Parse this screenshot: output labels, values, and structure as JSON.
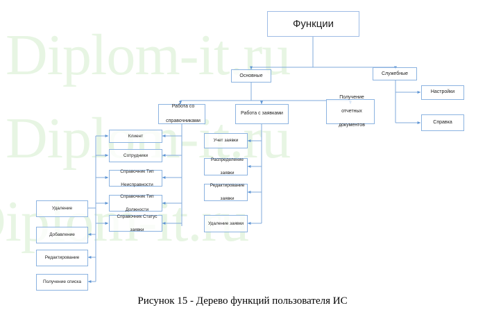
{
  "watermark": {
    "text": "Diplom-it.ru",
    "color": "#e7f5e3",
    "repeats": 3
  },
  "caption": {
    "text": "Рисунок 15 - Дерево функций пользователя ИС"
  },
  "diagram": {
    "type": "tree",
    "title": "Дерево функций пользователя ИС",
    "border_color": "#8ab2e0",
    "line_color": "#7fa9db",
    "root": {
      "id": "root",
      "label": "Функции"
    },
    "level2": [
      {
        "id": "osnovnye",
        "label": "Основные"
      },
      {
        "id": "sluzhebnye",
        "label": "Служебные"
      }
    ],
    "level3_main": [
      {
        "id": "spravochniki",
        "label": "Работа со\nсправочниками",
        "line1": "Работа со",
        "line2": "справочниками"
      },
      {
        "id": "zayavki",
        "label": "Работа с заявками",
        "line1": "Работа с заявками",
        "line2": ""
      },
      {
        "id": "otchety",
        "label": "Получение\nотчетных\nдокументов",
        "line1": "Получение",
        "line2": "отчетных",
        "line3": "документов"
      }
    ],
    "level3_service": [
      {
        "id": "nastroyki",
        "label": "Настройки"
      },
      {
        "id": "spravka",
        "label": "Справка"
      }
    ],
    "directories": [
      {
        "id": "klient",
        "line1": "Клиент",
        "line2": ""
      },
      {
        "id": "sotrudniki",
        "line1": "Сотрудники",
        "line2": ""
      },
      {
        "id": "tip-neisprav",
        "line1": "Справочник Тип",
        "line2": "Неисправности"
      },
      {
        "id": "tip-dolzhnosti",
        "line1": "Справочник Тип",
        "line2": "Должности"
      },
      {
        "id": "status-zayavki",
        "line1": "Справочник Статус",
        "line2": "заявки"
      }
    ],
    "requests": [
      {
        "id": "uchet-zayavki",
        "line1": "Учет заявки",
        "line2": ""
      },
      {
        "id": "raspr-zayavki",
        "line1": "Распределение",
        "line2": "заявки"
      },
      {
        "id": "redakt-zayavki",
        "line1": "Редактирование",
        "line2": "заявки"
      },
      {
        "id": "udal-zayavki",
        "line1": "Удаление заявки",
        "line2": ""
      }
    ],
    "operations": [
      {
        "id": "udalenie",
        "label": "Удаление"
      },
      {
        "id": "dobavlenie",
        "label": "Добавление"
      },
      {
        "id": "redaktirovanie",
        "label": "Редактирование"
      },
      {
        "id": "poluchenie",
        "label": "Получение списка"
      }
    ]
  }
}
